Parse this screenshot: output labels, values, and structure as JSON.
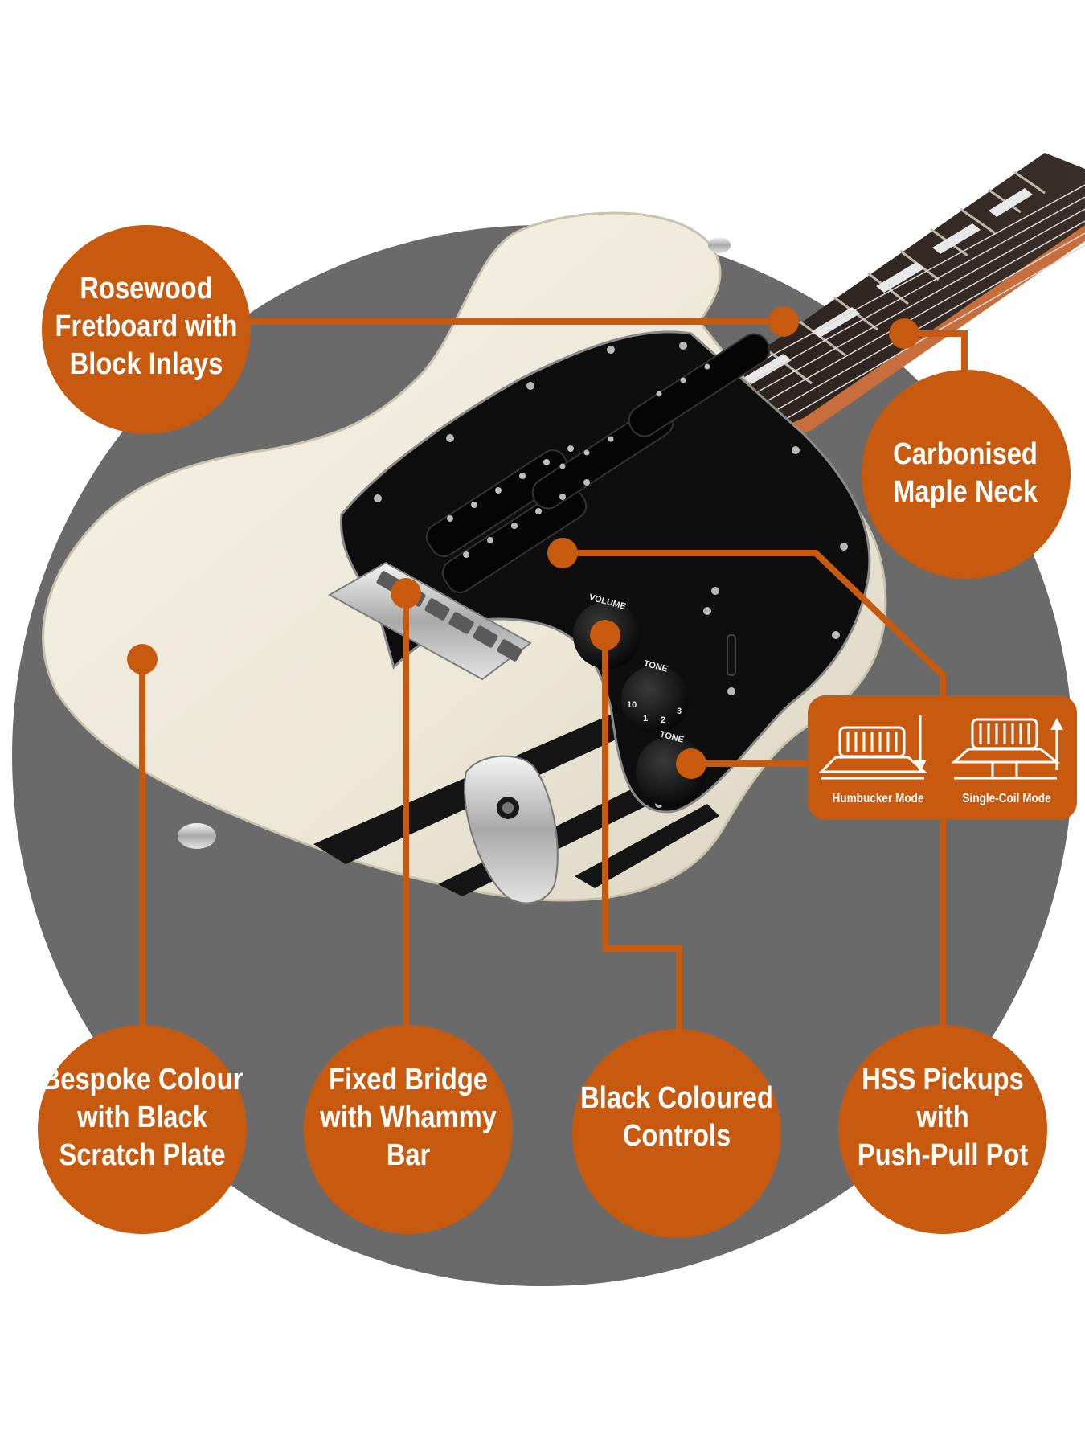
{
  "colors": {
    "accent": "#c85a10",
    "backdrop": "#6a6a6a",
    "guitar_body": "#efeadb",
    "pickguard": "#0e0e0e",
    "stripe": "#151515"
  },
  "callouts": {
    "fretboard": "Rosewood\nFretboard with\nBlock Inlays",
    "neck": "Carbonised\nMaple Neck",
    "finish": "Bespoke Colour\nwith Black\nScratch Plate",
    "bridge": "Fixed Bridge\nwith Whammy\nBar",
    "controls": "Black Coloured\nControls",
    "pickups": "HSS Pickups\nwith\nPush-Pull Pot"
  },
  "pickup_modes": {
    "humbucker": "Humbucker Mode",
    "single_coil": "Single-Coil Mode",
    "humbucker_arrow": "arrow-down-icon",
    "single_coil_arrow": "arrow-up-icon"
  },
  "knobs": {
    "volume": "VOLUME",
    "tone_1": "TONE",
    "tone_2": "TONE",
    "numerals": [
      "10",
      "1",
      "2",
      "3"
    ]
  }
}
